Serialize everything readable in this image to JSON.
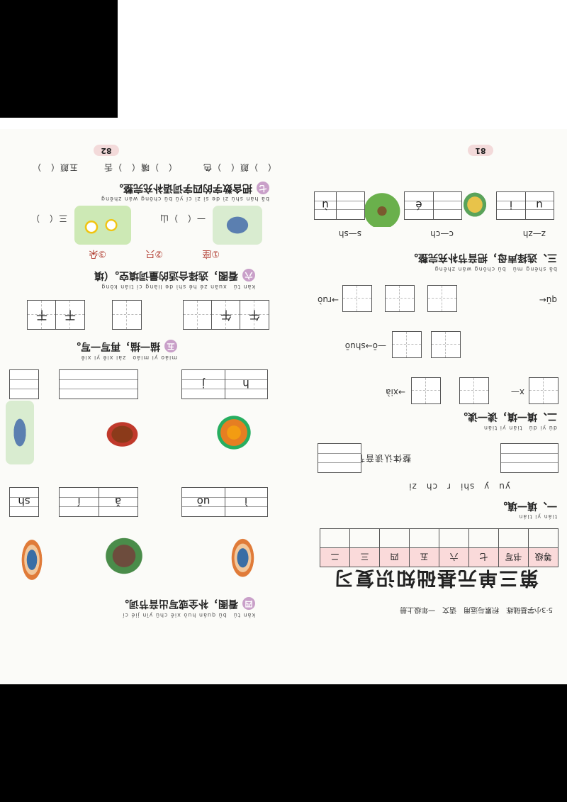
{
  "page81": {
    "header": "5·3小学基础练　积累与运用　语文　一年级上册",
    "page_number": "81",
    "title": "第三单元基础知识复习",
    "grade_table": {
      "header": [
        "等级",
        "书写",
        "七",
        "六",
        "五",
        "四",
        "三",
        "二"
      ]
    },
    "sec1": {
      "pinyin": "tián yi tián",
      "label": "一、填一填。"
    },
    "sec1_letters": "yu　y　shi　r　ch　zi",
    "sec1_note": "整体认读音节：",
    "sec2": {
      "pinyin": "dú yi dú　tián yi tián",
      "label": "二、填一填，读一读。"
    },
    "sec2_rows": [
      "x—",
      "—",
      "→xià",
      "—ō→shuō",
      "—",
      "—",
      "→ruò",
      "qū←"
    ],
    "sec3": {
      "pinyin": "bǎ shēng mǔ　bǔ chōng wán zhěng",
      "label": "三、选择声母，把音节补充完整。"
    },
    "sec3_pairs": [
      "s—sh",
      "c—ch",
      "z—zh"
    ],
    "sec3_boxes": [
      "ù",
      "é",
      "i",
      "u"
    ]
  },
  "page82": {
    "page_number": "82",
    "sec4": {
      "pinyin": "kàn tú　bǔ quán huò xiě chū yīn jié cí",
      "label": "看图，补全或写出音节词。",
      "num": "四"
    },
    "sec4_boxes_top": [
      "uō",
      "í",
      "ǎ",
      "sh"
    ],
    "sec4_boxes_top2": [
      "ì",
      "",
      "",
      ""
    ],
    "sec4_boxes_mid": [
      "j",
      "h",
      "",
      ""
    ],
    "sec5": {
      "pinyin": "miáo yi miáo　zài xiě yi xiě",
      "label": "描一描，再写一写。",
      "num": "五"
    },
    "sec5_chars": [
      "午",
      "午",
      "",
      "干",
      "干"
    ],
    "sec6": {
      "pinyin": "kàn tú　xuǎn zé hé shì de liàng cí tián kòng",
      "label": "看图，选择合适的量词填空。（填",
      "num": "六"
    },
    "sec6_options": [
      "①座",
      "②只",
      "③朵"
    ],
    "sec6_blanks": [
      "一（　）山",
      "三（　）"
    ],
    "sec7": {
      "pinyin": "bǎ hán shù zì de sì zì cí yǔ bǔ chōng wán zhěng",
      "label": "把含数字的四字词语补充完整。",
      "num": "七"
    },
    "sec7_items": [
      "（　）颜（　）色",
      "（　）嘴（　）舌",
      "五颜（　）"
    ]
  }
}
